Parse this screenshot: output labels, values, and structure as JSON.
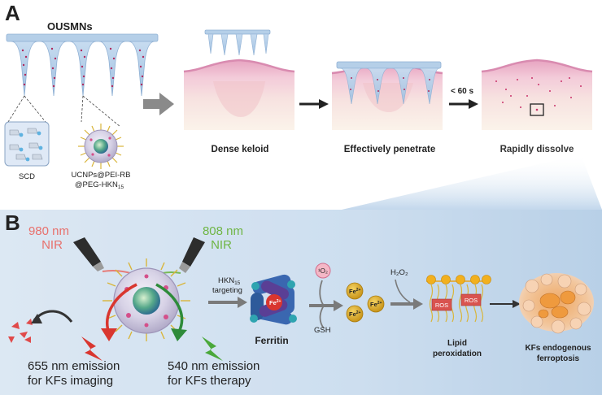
{
  "panel_a": {
    "letter": "A",
    "title": "OUSMNs",
    "label_scd": "SCD",
    "label_ucnp_line1": "UCNPs@PEI-RB",
    "label_ucnp_line2_main": "@PEG-HKN",
    "label_ucnp_line2_sub": "15",
    "stage1": "Dense keloid",
    "stage2": "Effectively penetrate",
    "stage3": "Rapidly dissolve",
    "time": "< 60 s"
  },
  "panel_b": {
    "letter": "B",
    "laser_left_wavelength": "980 nm",
    "laser_left_type": "NIR",
    "laser_right_wavelength": "808 nm",
    "laser_right_type": "NIR",
    "targeting_main": "HKN",
    "targeting_sub": "15",
    "targeting_word": "targeting",
    "ferritin": "Ferritin",
    "fe_label": "Fe",
    "fe_charge": "2+",
    "o2_label": "¹O₂",
    "gsh": "GSH",
    "h2o2": "H₂O₂",
    "ros": "ROS",
    "lipid_line1": "Lipid",
    "lipid_line2": "peroxidation",
    "kf_line1": "KFs endogenous",
    "kf_line2": "ferroptosis",
    "emission_left_line1": "655 nm emission",
    "emission_left_line2": "for KFs imaging",
    "emission_right_line1": "540 nm emission",
    "emission_right_line2": "for KFs therapy"
  },
  "colors": {
    "red_laser": "#e8706c",
    "green_laser": "#6fb544",
    "panel_b_bg": "#c9dcee",
    "skin_pink": "#e4a3bf",
    "needle_blue": "#a9c6e4",
    "fe_gold": "#d9a520",
    "ros_red": "#d9534f"
  }
}
